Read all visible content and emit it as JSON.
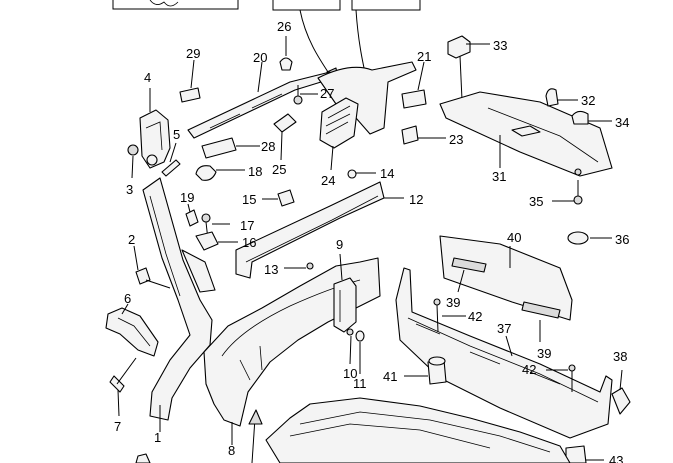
{
  "callouts": [
    {
      "id": "c1",
      "text": "1"
    },
    {
      "id": "c2",
      "text": "2"
    },
    {
      "id": "c3",
      "text": "3"
    },
    {
      "id": "c4",
      "text": "4"
    },
    {
      "id": "c5",
      "text": "5"
    },
    {
      "id": "c6",
      "text": "6"
    },
    {
      "id": "c7",
      "text": "7"
    },
    {
      "id": "c8",
      "text": "8"
    },
    {
      "id": "c9",
      "text": "9"
    },
    {
      "id": "c10",
      "text": "10"
    },
    {
      "id": "c11",
      "text": "11"
    },
    {
      "id": "c12",
      "text": "12"
    },
    {
      "id": "c13",
      "text": "13"
    },
    {
      "id": "c14",
      "text": "14"
    },
    {
      "id": "c15",
      "text": "15"
    },
    {
      "id": "c16",
      "text": "16"
    },
    {
      "id": "c17",
      "text": "17"
    },
    {
      "id": "c18",
      "text": "18"
    },
    {
      "id": "c19",
      "text": "19"
    },
    {
      "id": "c20",
      "text": "20"
    },
    {
      "id": "c21",
      "text": "21"
    },
    {
      "id": "c23",
      "text": "23"
    },
    {
      "id": "c24",
      "text": "24"
    },
    {
      "id": "c25",
      "text": "25"
    },
    {
      "id": "c26",
      "text": "26"
    },
    {
      "id": "c27",
      "text": "27"
    },
    {
      "id": "c28",
      "text": "28"
    },
    {
      "id": "c29",
      "text": "29"
    },
    {
      "id": "c31",
      "text": "31"
    },
    {
      "id": "c32",
      "text": "32"
    },
    {
      "id": "c33",
      "text": "33"
    },
    {
      "id": "c34",
      "text": "34"
    },
    {
      "id": "c35",
      "text": "35"
    },
    {
      "id": "c36",
      "text": "36"
    },
    {
      "id": "c37",
      "text": "37"
    },
    {
      "id": "c38",
      "text": "38"
    },
    {
      "id": "c39a",
      "text": "39"
    },
    {
      "id": "c39b",
      "text": "39"
    },
    {
      "id": "c40",
      "text": "40"
    },
    {
      "id": "c41",
      "text": "41"
    },
    {
      "id": "c42a",
      "text": "42"
    },
    {
      "id": "c42b",
      "text": "42"
    },
    {
      "id": "c43",
      "text": "43"
    }
  ]
}
